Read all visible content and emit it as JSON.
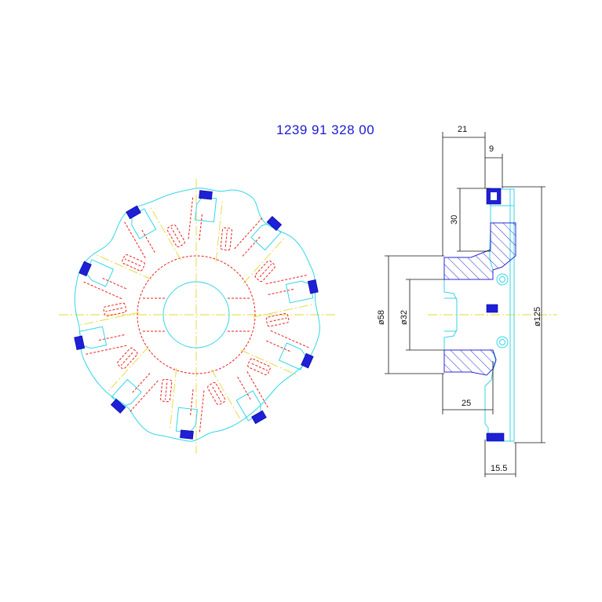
{
  "title": {
    "part_number": "1239 91 328 00"
  },
  "colors": {
    "outline": "#33d6e6",
    "hidden_lines": "#ee1c1c",
    "centerlines": "#e6d830",
    "inserts": "#1f1fd6",
    "dimensions": "#111111",
    "text": "#1a1ad0"
  },
  "front_view": {
    "insert_count": 10
  },
  "section_view": {
    "dimensions": {
      "width_total": "21",
      "insert_width": "9",
      "cutting_depth": "30",
      "bore_diameter": "ø32",
      "hub_diameter": "ø58",
      "outer_diameter": "ø125",
      "hub_width": "25",
      "body_width": "15.5"
    }
  }
}
